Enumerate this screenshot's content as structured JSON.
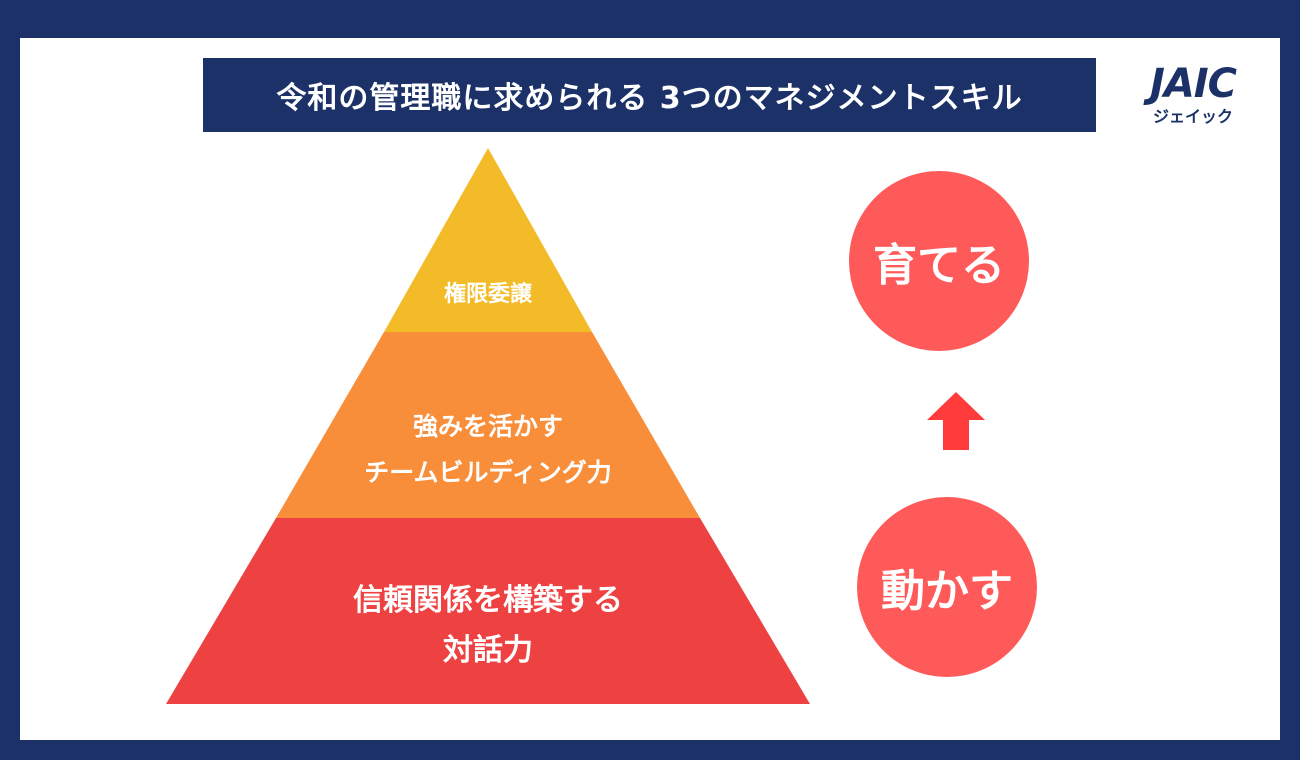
{
  "title": "令和の管理職に求められる 3つのマネジメントスキル",
  "logo": {
    "main": "JAIC",
    "sub": "ジェイック"
  },
  "pyramid": {
    "tiers": [
      {
        "label_lines": [
          "権限委譲"
        ],
        "color": "#f3bb27"
      },
      {
        "label_lines": [
          "強みを活かす",
          "チームビルディング力"
        ],
        "color": "#f88e3a"
      },
      {
        "label_lines": [
          "信頼関係を構築する",
          "対話力"
        ],
        "color": "#ee4142"
      }
    ]
  },
  "circles": {
    "top": {
      "label": "育てる",
      "color": "#ff5a5a"
    },
    "bottom": {
      "label": "動かす",
      "color": "#ff5a5a"
    }
  },
  "arrow": {
    "icon": "arrow-up-icon",
    "color": "#ff3b3b"
  },
  "colors": {
    "frame": "#1b3168",
    "logo_text": "#1b3168",
    "logo_accent": "#2b6fe0"
  }
}
